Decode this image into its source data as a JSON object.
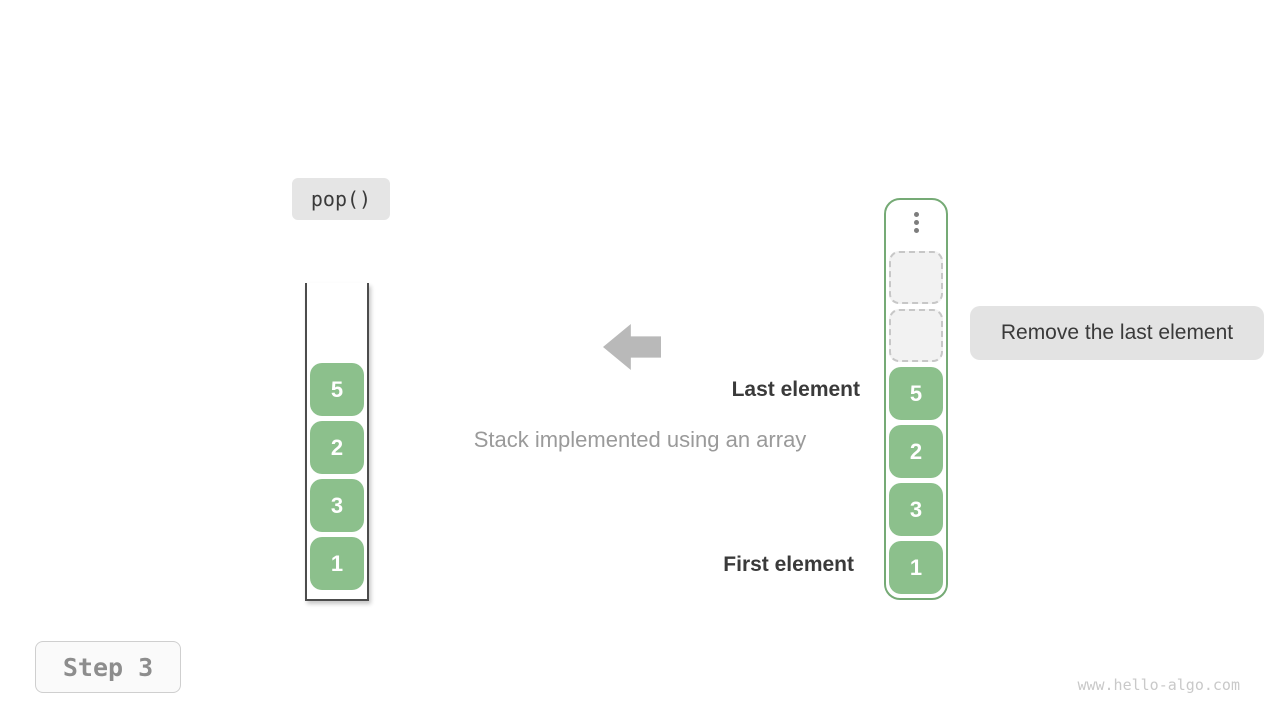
{
  "operation": {
    "label": "pop()"
  },
  "step": {
    "label": "Step 3"
  },
  "watermark": "www.hello-algo.com",
  "caption": "Stack implemented using an array",
  "annotations": {
    "last_element": "Last element",
    "first_element": "First element",
    "action": "Remove the last element"
  },
  "stack": {
    "values_top_to_bottom": [
      "5",
      "2",
      "3",
      "1"
    ]
  },
  "array": {
    "values_top_to_bottom": [
      "5",
      "2",
      "3",
      "1"
    ],
    "empty_slot_count": 2,
    "ellipsis_icon": "vertical-dots"
  },
  "colors": {
    "cell_green": "#8cc08c",
    "array_border_green": "#75aa75",
    "label_bg_gray": "#e5e5e5",
    "arrow_gray": "#b9b9b9",
    "text_dark": "#3a3a3a",
    "text_gray": "#9a9a9a",
    "watermark_gray": "#c9c9c9"
  }
}
